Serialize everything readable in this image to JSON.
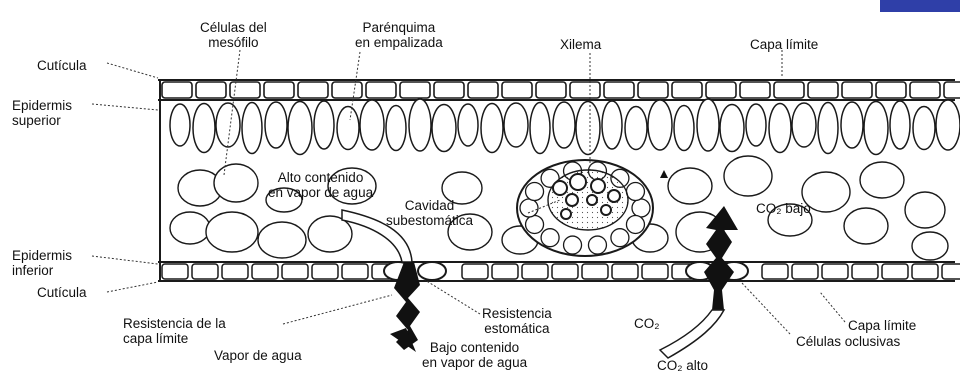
{
  "colors": {
    "ink": "#1a1a1a",
    "corner_bar": "#2f3fa8",
    "background": "#ffffff"
  },
  "labels": {
    "celulas_mesofilo": "Células del mesófilo",
    "celulas_mesofilo_l1": "Células del",
    "celulas_mesofilo_l2": "mesófilo",
    "parenquima_l1": "Parénquima",
    "parenquima_l2": "en empalizada",
    "xilema": "Xilema",
    "capa_limite_top": "Capa límite",
    "cuticula_top": "Cutícula",
    "epidermis_sup_l1": "Epidermis",
    "epidermis_sup_l2": "superior",
    "alto_contenido_l1": "Alto contenido",
    "alto_contenido_l2": "en vapor de agua",
    "cavidad_l1": "Cavidad",
    "cavidad_l2": "subestomática",
    "co2_bajo": "CO₂ bajo",
    "epidermis_inf_l1": "Epidermis",
    "epidermis_inf_l2": "inferior",
    "cuticula_bottom": "Cutícula",
    "resistencia_capa_l1": "Resistencia de la",
    "resistencia_capa_l2": "capa límite",
    "resistencia_est_l1": "Resistencia",
    "resistencia_est_l2": "estomática",
    "vapor_agua": "Vapor de agua",
    "bajo_contenido_l1": "Bajo contenido",
    "bajo_contenido_l2": "en vapor de agua",
    "co2": "CO₂",
    "co2_alto": "CO₂ alto",
    "capa_limite_bottom": "Capa límite",
    "celulas_oclusivas": "Células oclusivas"
  }
}
